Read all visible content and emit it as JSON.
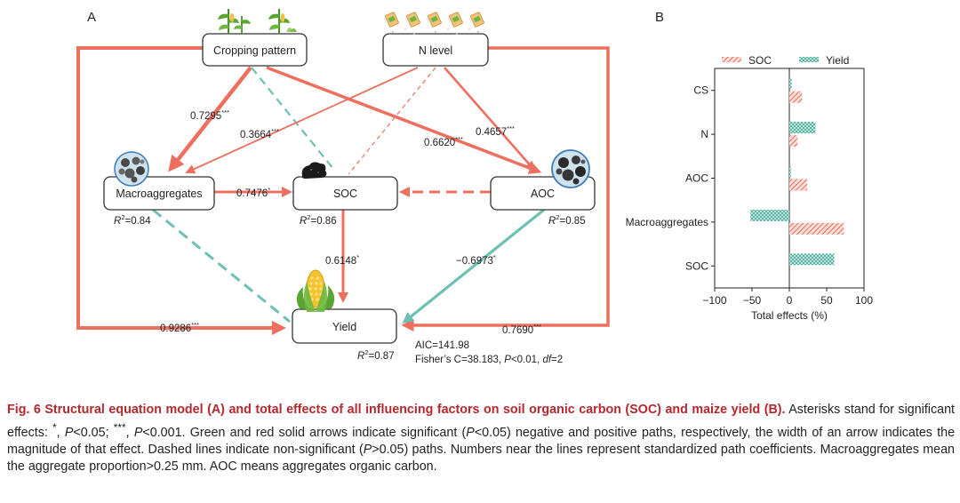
{
  "panel_a": {
    "letter": "A",
    "nodes": {
      "cropping": "Cropping pattern",
      "nlevel": "N level",
      "macro": "Macroaggregates",
      "soc": "SOC",
      "aoc": "AOC",
      "yield": "Yield"
    },
    "r2": {
      "macro": "0.84",
      "soc": "0.86",
      "aoc": "0.85",
      "yield": "0.87"
    },
    "coefficients": {
      "crop_macro": {
        "value": "0.7295",
        "stars": "***"
      },
      "n_macro": {
        "value": "0.3664",
        "stars": "***"
      },
      "crop_aoc": {
        "value": "0.6620",
        "stars": "***"
      },
      "n_aoc": {
        "value": "0.4657",
        "stars": "***"
      },
      "macro_soc": {
        "value": "0.7476",
        "stars": "*"
      },
      "soc_yield": {
        "value": "0.6148",
        "stars": "*"
      },
      "aoc_yield": {
        "value": "−0.6973",
        "stars": "*"
      },
      "crop_yield": {
        "value": "0.9286",
        "stars": "***"
      },
      "n_yield": {
        "value": "0.7690",
        "stars": "***"
      }
    },
    "fit": {
      "aic": "AIC=141.98",
      "fisher_prefix": "Fisher’s C=38.183, ",
      "fisher_p": "P",
      "fisher_mid": "<0.01, ",
      "fisher_df": "df",
      "fisher_end": "=2"
    },
    "colors": {
      "positive": "#ef6f5e",
      "negative": "#6cc0b4"
    }
  },
  "panel_b": {
    "letter": "B",
    "chart_data": {
      "type": "bar",
      "orientation": "horizontal",
      "categories": [
        "CS",
        "N",
        "AOC",
        "Macroaggregates",
        "SOC"
      ],
      "series": [
        {
          "name": "SOC",
          "values": [
            17,
            11,
            24,
            73,
            0
          ],
          "color": "#ef6f5e"
        },
        {
          "name": "Yield",
          "values": [
            3,
            35,
            2,
            -52,
            60
          ],
          "color": "#6cc0b4"
        }
      ],
      "xlabel": "Total effects (%)",
      "xlim": [
        -100,
        100
      ],
      "xticks": [
        -100,
        -50,
        0,
        50,
        100
      ],
      "xtick_labels": [
        "−100",
        "−50",
        "0",
        "50",
        "100"
      ],
      "legend_position": "top"
    }
  },
  "caption": {
    "title": "Fig. 6  Structural equation model (A) and total effects of all influencing factors on soil organic carbon (SOC) and maize yield (B).",
    "s1": "  Asterisks stand for significant effects: ",
    "star1": "*",
    "s2": ", ",
    "p1": "P",
    "s3": "<0.05; ",
    "star3": "***",
    "s4": ", ",
    "p2": "P",
    "s5": "<0.001.  Green and red solid arrows indicate significant (",
    "p3": "P",
    "s6": "<0.05) negative and positive paths, respectively, the width of an arrow indicates the magnitude of that effect.  Dashed lines indicate non-significant (",
    "p4": "P",
    "s7": ">0.05) paths.  Numbers near the lines represent standardized path coefficients.  Macroaggregates mean the aggregate proportion>0.25 mm.  AOC means aggregates organic carbon."
  }
}
